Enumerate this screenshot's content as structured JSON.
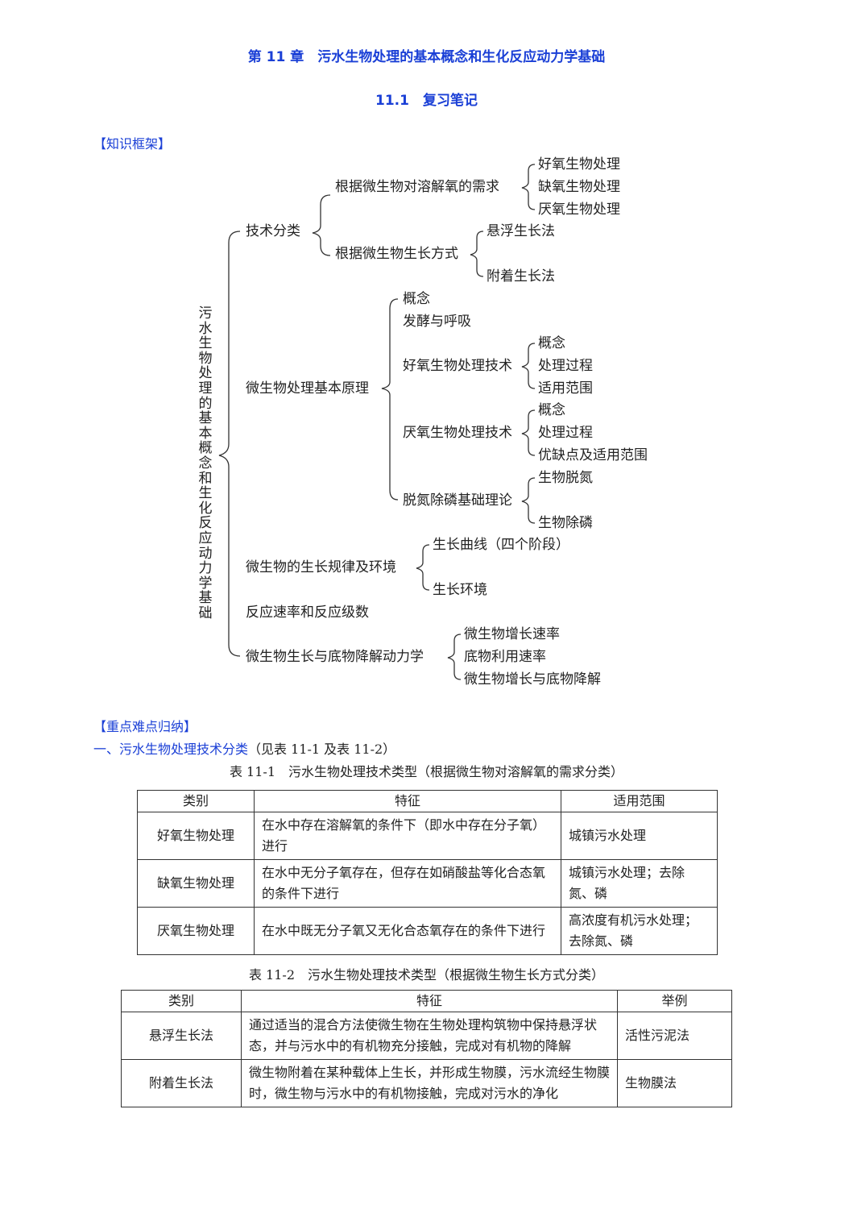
{
  "chapter_title": "第 11 章　污水生物处理的基本概念和生化反应动力学基础",
  "section_title": "11.1　复习笔记",
  "knowledge_framework": {
    "label": "【知识框架】",
    "root": "污水生物处理的基本概念和生化反应动力学基础",
    "branches": {
      "tech": {
        "label": "技术分类",
        "oxygen": {
          "label": "根据微生物对溶解氧的需求",
          "items": [
            "好氧生物处理",
            "缺氧生物处理",
            "厌氧生物处理"
          ]
        },
        "growth": {
          "label": "根据微生物生长方式",
          "items": [
            "悬浮生长法",
            "附着生长法"
          ]
        }
      },
      "principle": {
        "label": "微生物处理基本原理",
        "concept": "概念",
        "ferment": "发酵与呼吸",
        "aerobic": {
          "label": "好氧生物处理技术",
          "items": [
            "概念",
            "处理过程",
            "适用范围"
          ]
        },
        "anaerobic": {
          "label": "厌氧生物处理技术",
          "items": [
            "概念",
            "处理过程",
            "优缺点及适用范围"
          ]
        },
        "nutrient": {
          "label": "脱氮除磷基础理论",
          "items": [
            "生物脱氮",
            "生物除磷"
          ]
        }
      },
      "growth_law": {
        "label": "微生物的生长规律及环境",
        "items": [
          "生长曲线（四个阶段）",
          "生长环境"
        ]
      },
      "rate": {
        "label": "反应速率和反应级数"
      },
      "kinetics": {
        "label": "微生物生长与底物降解动力学",
        "items": [
          "微生物增长速率",
          "底物利用速率",
          "微生物增长与底物降解"
        ]
      }
    }
  },
  "key_points": {
    "label": "【重点难点归纳】",
    "heading": "一、污水生物处理技术分类",
    "heading_note": "（见表 11-1 及表 11-2）"
  },
  "table1": {
    "caption": "表 11-1　污水生物处理技术类型（根据微生物对溶解氧的需求分类）",
    "headers": [
      "类别",
      "特征",
      "适用范围"
    ],
    "rows": [
      [
        "好氧生物处理",
        "在水中存在溶解氧的条件下（即水中存在分子氧）进行",
        "城镇污水处理"
      ],
      [
        "缺氧生物处理",
        "在水中无分子氧存在，但存在如硝酸盐等化合态氧的条件下进行",
        "城镇污水处理；去除氮、磷"
      ],
      [
        "厌氧生物处理",
        "在水中既无分子氧又无化合态氧存在的条件下进行",
        "高浓度有机污水处理；去除氮、磷"
      ]
    ]
  },
  "table2": {
    "caption": "表 11-2　污水生物处理技术类型（根据微生物生长方式分类）",
    "headers": [
      "类别",
      "特征",
      "举例"
    ],
    "rows": [
      [
        "悬浮生长法",
        "通过适当的混合方法使微生物在生物处理构筑物中保持悬浮状态，并与污水中的有机物充分接触，完成对有机物的降解",
        "活性污泥法"
      ],
      [
        "附着生长法",
        "微生物附着在某种载体上生长，并形成生物膜，污水流经生物膜时，微生物与污水中的有机物接触，完成对污水的净化",
        "生物膜法"
      ]
    ]
  }
}
